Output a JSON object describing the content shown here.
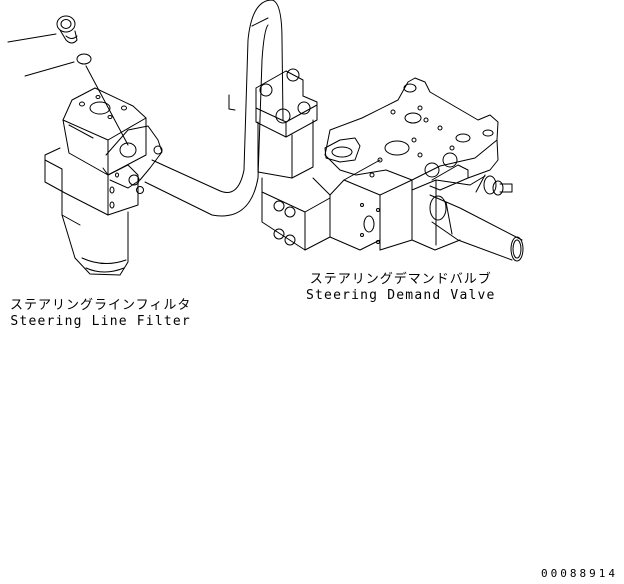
{
  "figure": {
    "type": "exploded parts diagram",
    "number": "00088914"
  },
  "labels": [
    {
      "id": "filter",
      "jp": "ステアリングラインフィルタ",
      "en": "Steering Line Filter"
    },
    {
      "id": "valve",
      "jp": "ステアリングデマンドバルブ",
      "en": "Steering Demand Valve"
    }
  ],
  "parts": [
    {
      "name": "plug",
      "leader": true
    },
    {
      "name": "o-ring",
      "leader": true
    },
    {
      "name": "steering-line-filter"
    },
    {
      "name": "steering-hose"
    },
    {
      "name": "steering-demand-valve"
    }
  ],
  "colors": {
    "line": "#000000",
    "background": "#ffffff"
  }
}
